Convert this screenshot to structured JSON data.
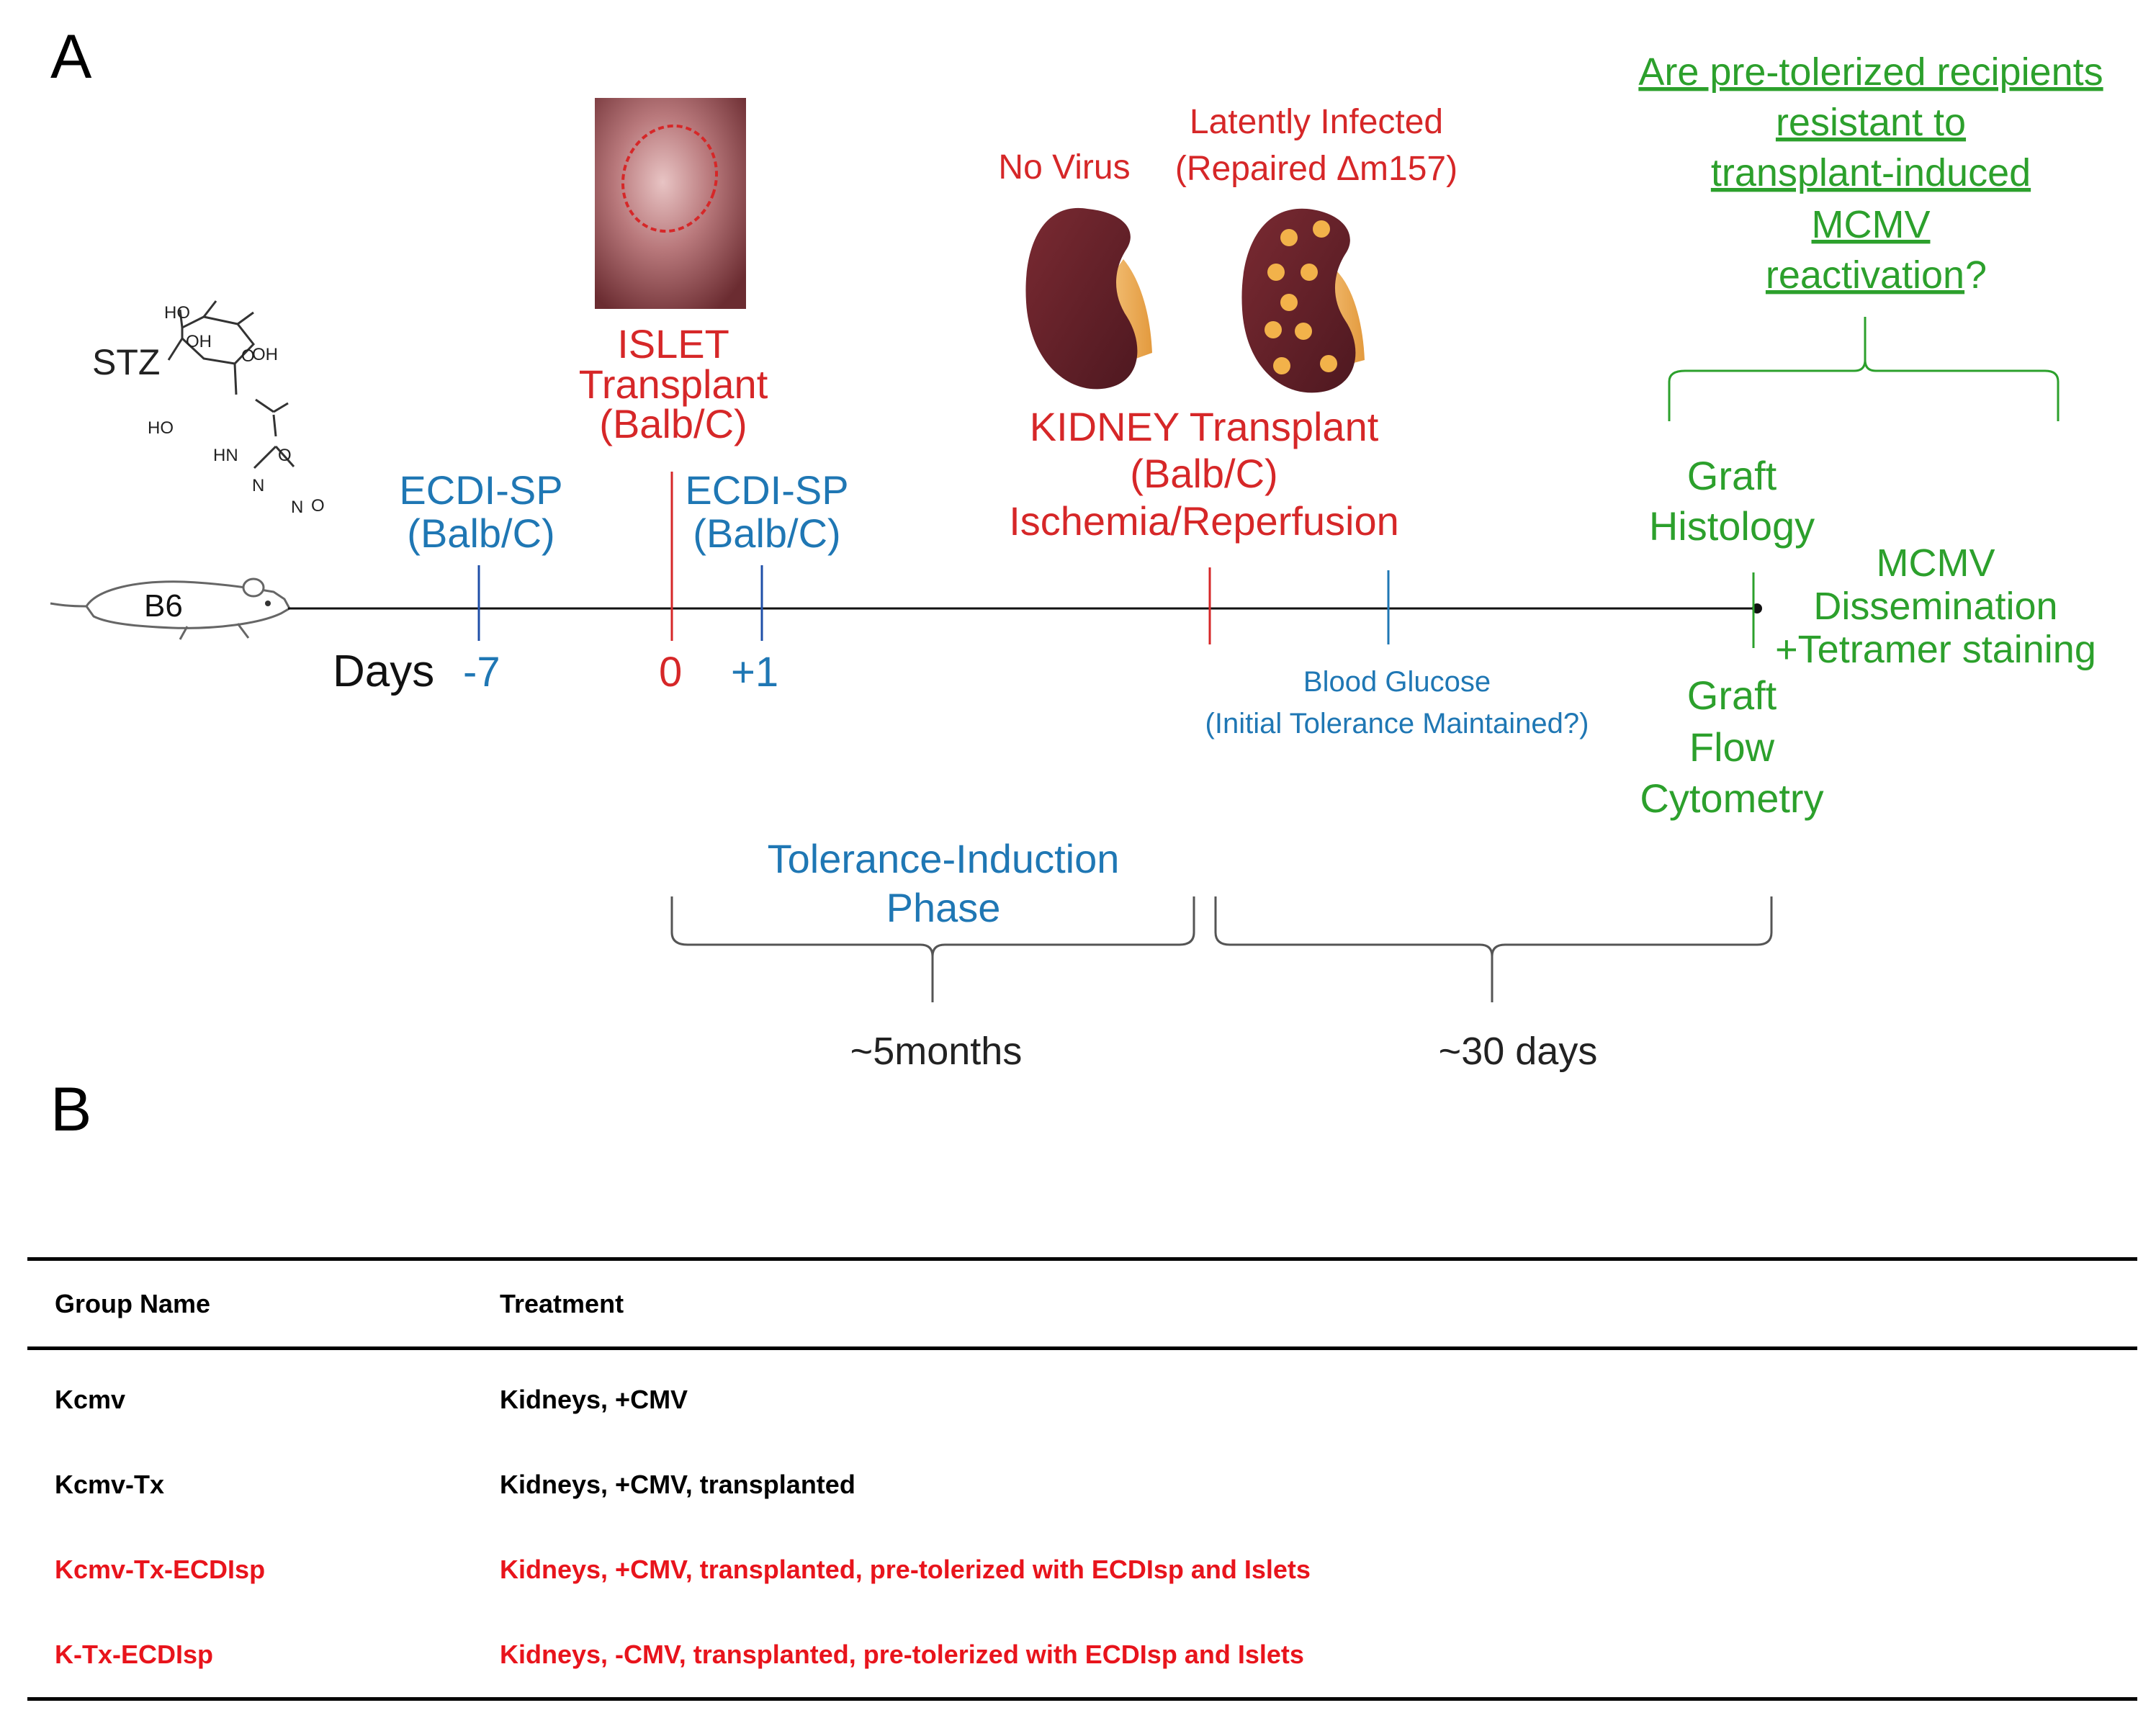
{
  "panels": {
    "a": "A",
    "b": "B"
  },
  "colors": {
    "blue": "#1f77b4",
    "red": "#d62728",
    "green": "#2ca02c",
    "table_red": "#e8141c"
  },
  "stz": {
    "label": "STZ",
    "atoms": {
      "ho_top": "HO",
      "oh_mid": "OH",
      "oh_right": "OH",
      "o_ring": "O",
      "ho_left": "HO",
      "hn": "HN",
      "o_carbonyl": "O",
      "n": "N",
      "n2": "N",
      "o_nitroso": "O"
    }
  },
  "mouse": {
    "label": "B6"
  },
  "timeline": {
    "days_label": "Days",
    "ticks": [
      {
        "label": "-7",
        "color": "blue"
      },
      {
        "label": "0",
        "color": "red"
      },
      {
        "label": "+1",
        "color": "blue"
      }
    ]
  },
  "labels": {
    "ecdi1": [
      "ECDI-SP",
      "(Balb/C)"
    ],
    "islet": [
      "ISLET",
      "Transplant",
      "(Balb/C)"
    ],
    "ecdi2": [
      "ECDI-SP",
      "(Balb/C)"
    ],
    "kidney_tx": [
      "KIDNEY Transplant",
      "(Balb/C)",
      "Ischemia/Reperfusion"
    ],
    "no_virus": "No Virus",
    "latent": [
      "Latently Infected",
      "(Repaired Δm157)"
    ],
    "glucose": [
      "Blood Glucose",
      "(Initial Tolerance Maintained?)"
    ],
    "question": [
      "Are pre-tolerized recipients",
      "resistant to",
      "transplant-induced",
      "MCMV",
      "reactivation",
      "?"
    ],
    "graft_hist": [
      "Graft",
      "Histology"
    ],
    "mcmv": [
      "MCMV",
      "Dissemination",
      "+Tetramer staining"
    ],
    "graft_flow": [
      "Graft",
      "Flow",
      "Cytometry"
    ],
    "phase": [
      "Tolerance-Induction",
      "Phase"
    ],
    "months": "~5months",
    "days30": "~30 days"
  },
  "table": {
    "headers": [
      "Group Name",
      "Treatment"
    ],
    "rows": [
      {
        "group": "Kcmv",
        "treatment": "Kidneys, +CMV",
        "color": "black"
      },
      {
        "group": "Kcmv-Tx",
        "treatment": "Kidneys, +CMV, transplanted",
        "color": "black"
      },
      {
        "group": "Kcmv-Tx-ECDIsp",
        "treatment": "Kidneys, +CMV, transplanted, pre-tolerized with ECDIsp and Islets",
        "color": "red"
      },
      {
        "group": "K-Tx-ECDIsp",
        "treatment": "Kidneys, -CMV, transplanted, pre-tolerized with ECDIsp and Islets",
        "color": "red"
      }
    ]
  }
}
